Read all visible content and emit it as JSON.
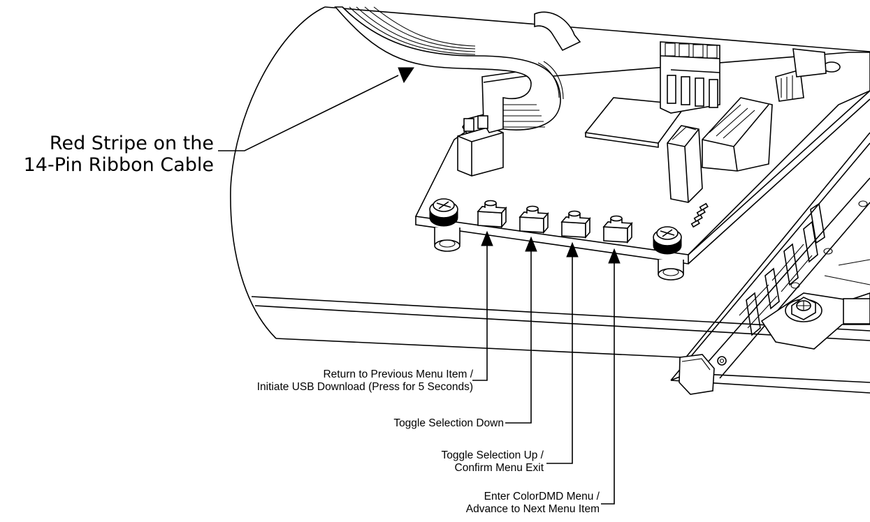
{
  "labels": {
    "ribbon_line1": "Red Stripe on the",
    "ribbon_line2": "14-Pin Ribbon Cable",
    "button1_line1": "Return to Previous Menu Item /",
    "button1_line2": "Initiate USB Download (Press for 5 Seconds)",
    "button2_line1": "Toggle Selection Down",
    "button3_line1": "Toggle Selection Up /",
    "button3_line2": "Confirm Menu Exit",
    "button4_line1": "Enter ColorDMD Menu /",
    "button4_line2": "Advance to Next Menu Item"
  }
}
